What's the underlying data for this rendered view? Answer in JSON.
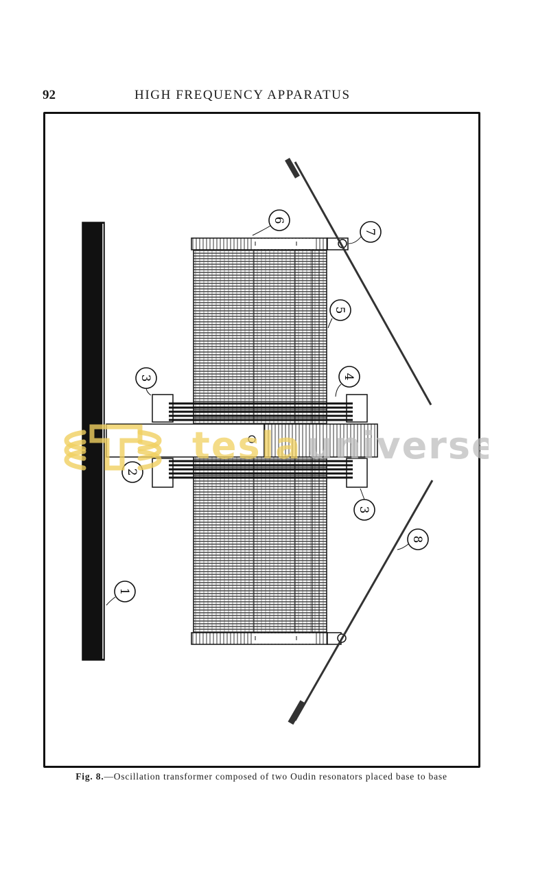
{
  "page": {
    "number": "92",
    "running_head": "HIGH FREQUENCY APPARATUS"
  },
  "figure": {
    "caption_lead": "Fig. 8.",
    "caption_text": "—Oscillation transformer composed of two Oudin resonators placed base to base",
    "callouts": [
      {
        "id": "1",
        "label": "1"
      },
      {
        "id": "2",
        "label": "2"
      },
      {
        "id": "3a",
        "label": "3"
      },
      {
        "id": "3b",
        "label": "3"
      },
      {
        "id": "4",
        "label": "4"
      },
      {
        "id": "5",
        "label": "5"
      },
      {
        "id": "6",
        "label": "6"
      },
      {
        "id": "7",
        "label": "7"
      },
      {
        "id": "8",
        "label": "8"
      }
    ]
  },
  "watermark": {
    "word1": "tesla",
    "word2": "universe",
    "word1_color": "#f0d060",
    "word2_color": "#bdbdbd"
  }
}
